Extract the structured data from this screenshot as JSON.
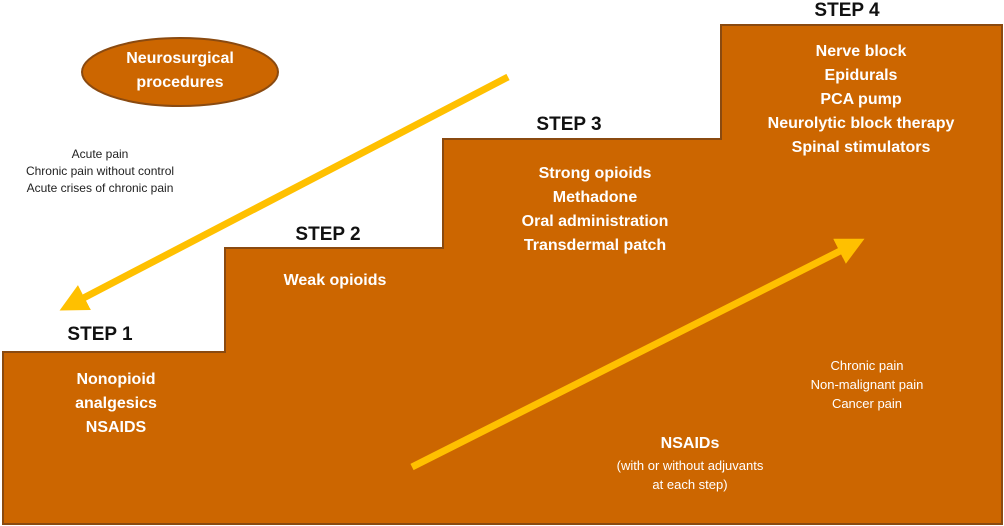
{
  "colors": {
    "step_fill": "#cc6600",
    "step_stroke": "#8a4a10",
    "arrow": "#ffc000",
    "text_on_fill": "#ffffff",
    "text_dark": "#111111"
  },
  "neurosurgical": {
    "lines": [
      "Neurosurgical",
      "procedures"
    ]
  },
  "left_notes": {
    "lines": [
      "Acute pain",
      "Chronic pain without control",
      "Acute crises of chronic pain"
    ]
  },
  "steps": [
    {
      "title": "STEP 1",
      "items": [
        "Nonopioid",
        "analgesics",
        "NSAIDS"
      ]
    },
    {
      "title": "STEP 2",
      "items": [
        "Weak opioids"
      ]
    },
    {
      "title": "STEP 3",
      "items": [
        "Strong opioids",
        "Methadone",
        "Oral administration",
        "Transdermal patch"
      ]
    },
    {
      "title": "STEP 4",
      "items": [
        "Nerve block",
        "Epidurals",
        "PCA pump",
        "Neurolytic block therapy",
        "Spinal stimulators"
      ]
    }
  ],
  "right_notes": {
    "lines": [
      "Chronic pain",
      "Non-malignant pain",
      "Cancer pain"
    ]
  },
  "nsaids_note": {
    "title": "NSAIDs",
    "lines": [
      "(with or without adjuvants",
      "at each step)"
    ]
  }
}
